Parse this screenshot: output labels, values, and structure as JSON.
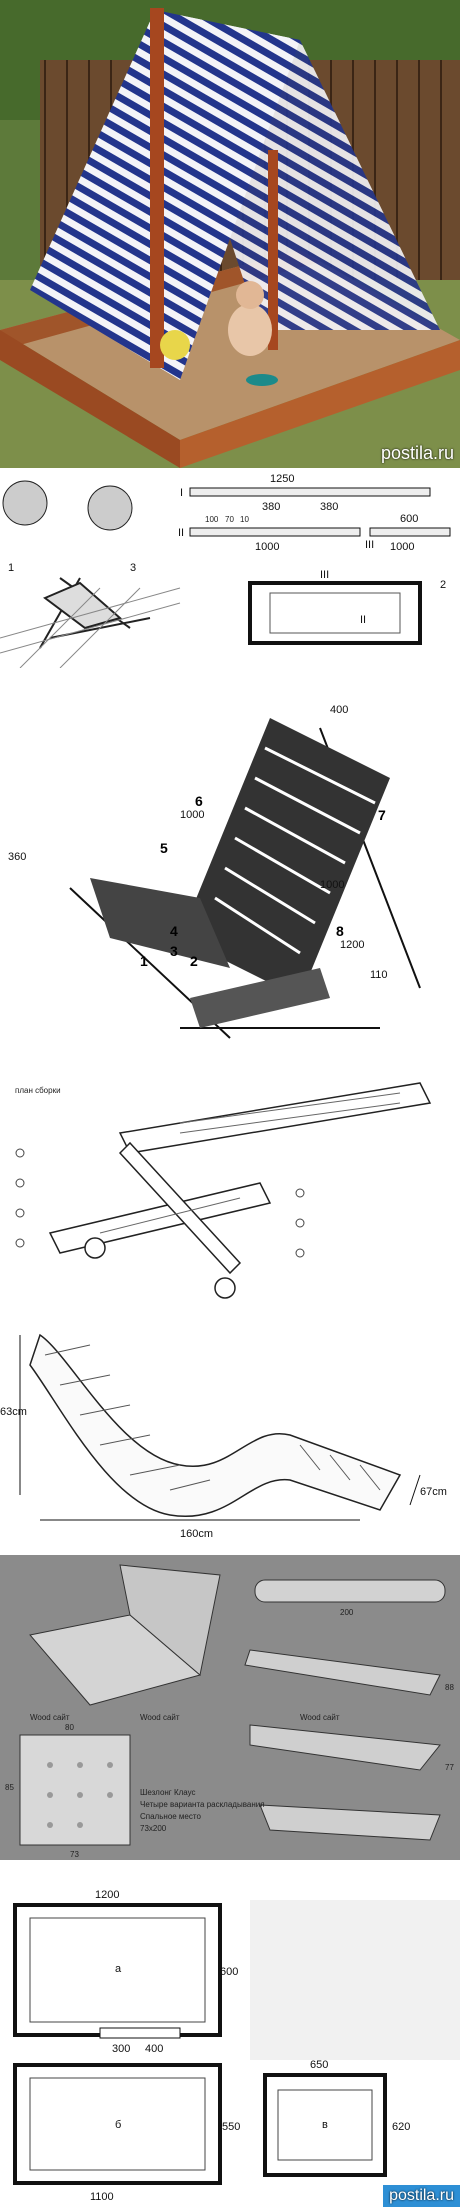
{
  "panel1": {
    "alt": "Sandbox with striped canopy"
  },
  "panel2": {
    "dims": [
      "1250",
      "380",
      "380",
      "1000",
      "100",
      "70",
      "10",
      "600",
      "1000"
    ],
    "roman": [
      "I",
      "II",
      "III",
      "III",
      "II"
    ],
    "nums": [
      "1",
      "2",
      "3"
    ]
  },
  "panel3": {
    "dims": [
      "400",
      "360",
      "1000",
      "1000",
      "1200",
      "110"
    ],
    "parts": [
      "1",
      "2",
      "3",
      "4",
      "5",
      "6",
      "7",
      "8"
    ]
  },
  "panel4": {
    "title": "план сборки"
  },
  "panel5": {
    "height": "63cm",
    "length": "160cm",
    "width": "67cm"
  },
  "panel6": {
    "dims": [
      "200",
      "80",
      "85",
      "73",
      "88",
      "77"
    ],
    "brand": "Wood сайт",
    "caption_lines": [
      "Шезлонг Клаус",
      "Четыре варианта раскладывания",
      "Спальное место",
      "73х200"
    ]
  },
  "panel7": {
    "top": {
      "w": "1200",
      "h": "600",
      "a": "300",
      "b": "400",
      "letter": "а"
    },
    "bottom": {
      "w": "1100",
      "h": "550",
      "letter": "б"
    },
    "side": {
      "w": "650",
      "h": "620",
      "letter": "в"
    }
  },
  "watermark": "postila.ru"
}
